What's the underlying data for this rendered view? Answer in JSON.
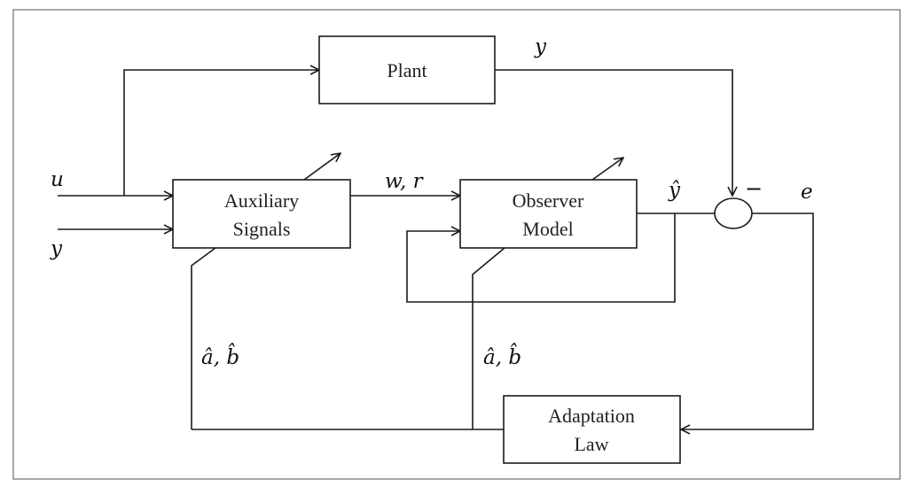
{
  "blocks": {
    "plant": "Plant",
    "auxiliary": [
      "Auxiliary",
      "Signals"
    ],
    "observer": [
      "Observer",
      "Model"
    ],
    "adaptation": [
      "Adaptation",
      "Law"
    ]
  },
  "signals": {
    "input_u": "u",
    "input_y": "y",
    "plant_output": "y",
    "aux_output": "w, r",
    "estimate": "ŷ",
    "error": "e",
    "minus_sign": "−",
    "params_left": "â, b̂",
    "params_right": "â, b̂"
  }
}
